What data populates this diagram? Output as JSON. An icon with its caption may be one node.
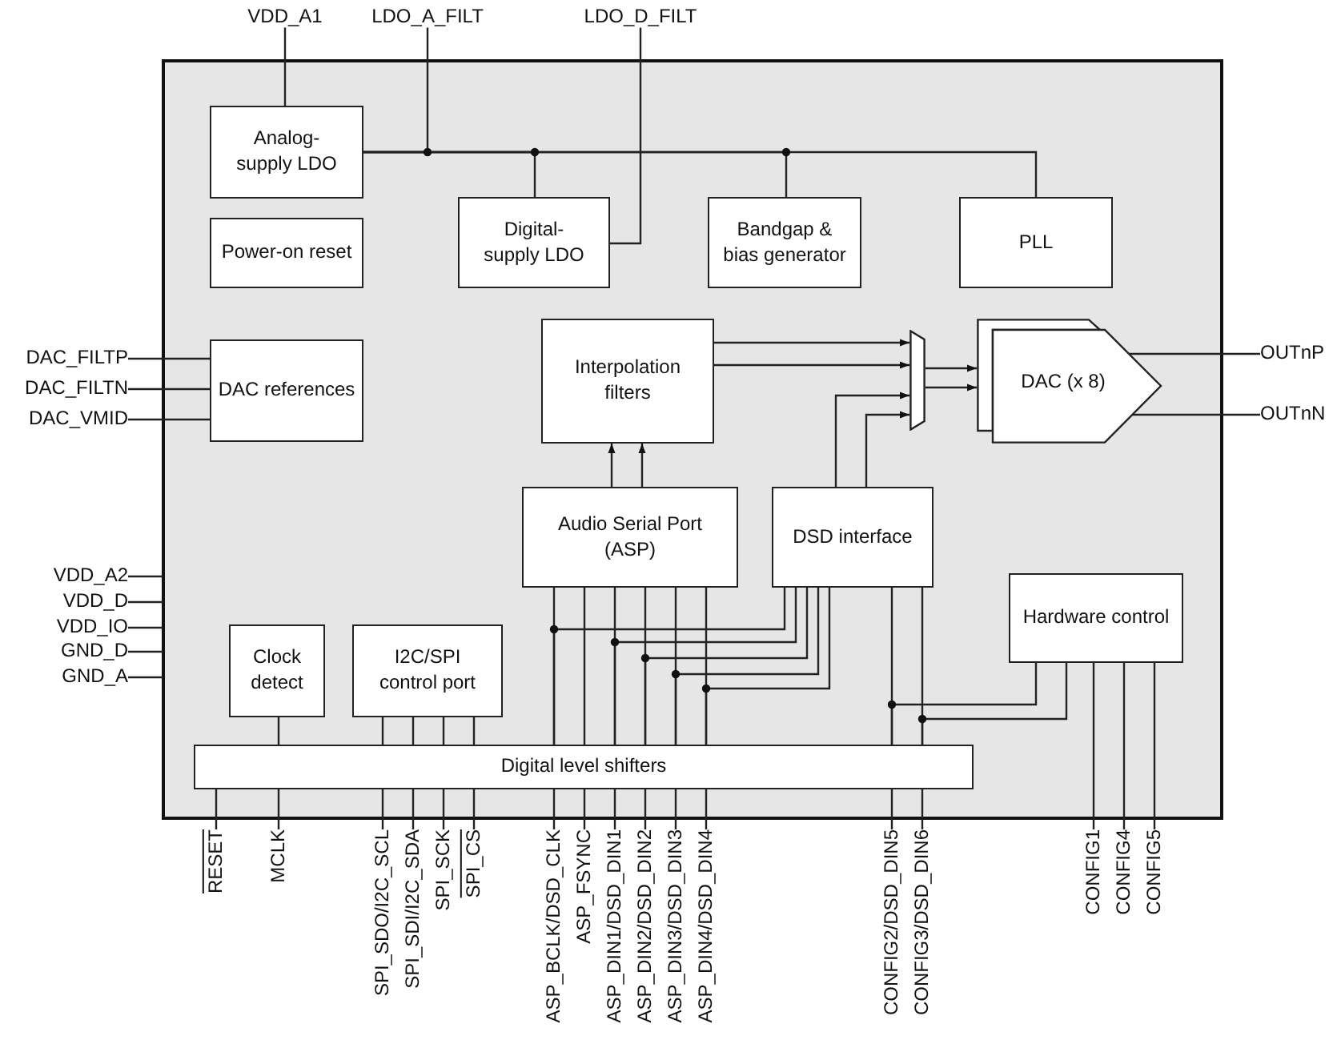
{
  "diagram": {
    "nodes": [
      {
        "text": [
          "Analog- supply LDO"
        ]
      },
      {
        "text": [
          "Power-on reset"
        ]
      },
      {
        "text": [
          "Digital- supply LDO"
        ]
      },
      {
        "text": [
          "Bandgap & bias generator"
        ]
      },
      {
        "text": [
          "PLL"
        ]
      },
      {
        "text": [
          "DAC references"
        ]
      },
      {
        "text": [
          "Interpolation filters"
        ]
      },
      {
        "text": [],
        "shape": "trapezoid"
      },
      {
        "text": [
          "DAC (x 8)"
        ]
      },
      {
        "text": [
          "Audio Serial Port (ASP)"
        ]
      },
      {
        "text": [
          "DSD interface"
        ]
      },
      {
        "text": [
          "Hardware control"
        ]
      },
      {
        "text": [
          "Clock detect"
        ]
      },
      {
        "text": [
          "I2C/SPI control port"
        ]
      },
      {
        "text": [
          "Digital level shifters"
        ]
      },
      {
        "text": [
          "VDD_A1"
        ]
      },
      {
        "text": [
          "LDO_A_FILT"
        ]
      },
      {
        "text": [
          "LDO_D_FILT"
        ]
      },
      {
        "text": [
          "DAC_FILTP"
        ]
      },
      {
        "text": [
          "DAC_FILTN"
        ]
      },
      {
        "text": [
          "DAC_VMID"
        ]
      },
      {
        "text": [
          "OUTnP"
        ]
      },
      {
        "text": [
          "OUTnN"
        ]
      },
      {
        "text": [
          "VDD_A2"
        ]
      },
      {
        "text": [
          "VDD_D"
        ]
      },
      {
        "text": [
          "VDD_IO"
        ]
      },
      {
        "text": [
          "GND_D"
        ]
      },
      {
        "text": [
          "GND_A"
        ]
      },
      {
        "text": [
          "RESET"
        ]
      },
      {
        "text": [
          "MCLK"
        ]
      },
      {
        "text": [
          "SPI_SDO/I2C_SCL"
        ]
      },
      {
        "text": [
          "SPI_SDI/I2C_SDA"
        ]
      },
      {
        "text": [
          "SPI_SCK"
        ]
      },
      {
        "text": [
          "SPI_CS"
        ]
      },
      {
        "text": [
          "ASP_BCLK/DSD_CLK"
        ]
      },
      {
        "text": [
          "ASP_FSYNC"
        ]
      },
      {
        "text": [
          "ASP_DIN1/DSD_DIN1"
        ]
      },
      {
        "text": [
          "ASP_DIN2/DSD_DIN2"
        ]
      },
      {
        "text": [
          "ASP_DIN3/DSD_DIN3"
        ]
      },
      {
        "text": [
          "ASP_DIN4/DSD_DIN4"
        ]
      },
      {
        "text": [
          "CONFIG2/DSD_DIN5"
        ]
      },
      {
        "text": [
          "CONFIG3/DSD_DIN6"
        ]
      },
      {
        "text": [
          "CONFIG1"
        ]
      },
      {
        "text": [
          "CONFIG4"
        ]
      },
      {
        "text": [
          "CONFIG5"
        ]
      }
    ],
    "edges": [
      {
        "from": 15,
        "to": 0,
        "arrow": "none"
      },
      {
        "from": 0,
        "to": 16,
        "arrow": "none"
      },
      {
        "from": 0,
        "to": 2,
        "arrow": "none"
      },
      {
        "from": 0,
        "to": 3,
        "arrow": "none"
      },
      {
        "from": 0,
        "to": 4,
        "arrow": "none"
      },
      {
        "from": 17,
        "to": 2,
        "arrow": "none"
      },
      {
        "from": 18,
        "to": 5,
        "arrow": "none"
      },
      {
        "from": 19,
        "to": 5,
        "arrow": "none"
      },
      {
        "from": 20,
        "to": 5,
        "arrow": "none"
      },
      {
        "from": 6,
        "to": 7,
        "arrow": "to"
      },
      {
        "from": 6,
        "to": 7,
        "arrow": "to"
      },
      {
        "from": 7,
        "to": 8,
        "arrow": "to"
      },
      {
        "from": 7,
        "to": 8,
        "arrow": "to"
      },
      {
        "from": 10,
        "to": 7,
        "arrow": "to"
      },
      {
        "from": 10,
        "to": 7,
        "arrow": "to"
      },
      {
        "from": 9,
        "to": 6,
        "arrow": "to"
      },
      {
        "from": 9,
        "to": 6,
        "arrow": "to"
      },
      {
        "from": 8,
        "to": 21,
        "arrow": "none"
      },
      {
        "from": 8,
        "to": 22,
        "arrow": "none"
      },
      {
        "from": 23,
        "to": null,
        "arrow": "none"
      },
      {
        "from": 24,
        "to": null,
        "arrow": "none"
      },
      {
        "from": 25,
        "to": null,
        "arrow": "none"
      },
      {
        "from": 26,
        "to": null,
        "arrow": "none"
      },
      {
        "from": 27,
        "to": null,
        "arrow": "none"
      },
      {
        "from": 12,
        "to": 14,
        "arrow": "none"
      },
      {
        "from": 13,
        "to": 14,
        "arrow": "none"
      },
      {
        "from": 13,
        "to": 14,
        "arrow": "none"
      },
      {
        "from": 13,
        "to": 14,
        "arrow": "none"
      },
      {
        "from": 13,
        "to": 14,
        "arrow": "none"
      },
      {
        "from": 9,
        "to": 14,
        "arrow": "none"
      },
      {
        "from": 9,
        "to": 14,
        "arrow": "none"
      },
      {
        "from": 9,
        "to": 14,
        "arrow": "none"
      },
      {
        "from": 9,
        "to": 14,
        "arrow": "none"
      },
      {
        "from": 9,
        "to": 14,
        "arrow": "none"
      },
      {
        "from": 9,
        "to": 14,
        "arrow": "none"
      },
      {
        "from": 10,
        "to": 14,
        "arrow": "none"
      },
      {
        "from": 10,
        "to": 14,
        "arrow": "none"
      },
      {
        "from": 10,
        "to": 14,
        "arrow": "none"
      },
      {
        "from": 10,
        "to": 14,
        "arrow": "none"
      },
      {
        "from": 10,
        "to": 14,
        "arrow": "none"
      },
      {
        "from": 10,
        "to": 14,
        "arrow": "none"
      },
      {
        "from": 10,
        "to": 14,
        "arrow": "none"
      },
      {
        "from": 11,
        "to": 14,
        "arrow": "none"
      },
      {
        "from": 11,
        "to": 14,
        "arrow": "none"
      },
      {
        "from": 14,
        "to": 28,
        "arrow": "none"
      },
      {
        "from": 14,
        "to": 29,
        "arrow": "none"
      },
      {
        "from": 14,
        "to": 30,
        "arrow": "none"
      },
      {
        "from": 14,
        "to": 31,
        "arrow": "none"
      },
      {
        "from": 14,
        "to": 32,
        "arrow": "none"
      },
      {
        "from": 14,
        "to": 33,
        "arrow": "none"
      },
      {
        "from": 14,
        "to": 34,
        "arrow": "none"
      },
      {
        "from": 14,
        "to": 35,
        "arrow": "none"
      },
      {
        "from": 14,
        "to": 36,
        "arrow": "none"
      },
      {
        "from": 14,
        "to": 37,
        "arrow": "none"
      },
      {
        "from": 14,
        "to": 38,
        "arrow": "none"
      },
      {
        "from": 14,
        "to": 39,
        "arrow": "none"
      },
      {
        "from": 14,
        "to": 40,
        "arrow": "none"
      },
      {
        "from": 14,
        "to": 41,
        "arrow": "none"
      },
      {
        "from": 11,
        "to": 42,
        "arrow": "none"
      },
      {
        "from": 11,
        "to": 43,
        "arrow": "none"
      },
      {
        "from": 11,
        "to": 44,
        "arrow": "none"
      }
    ]
  }
}
